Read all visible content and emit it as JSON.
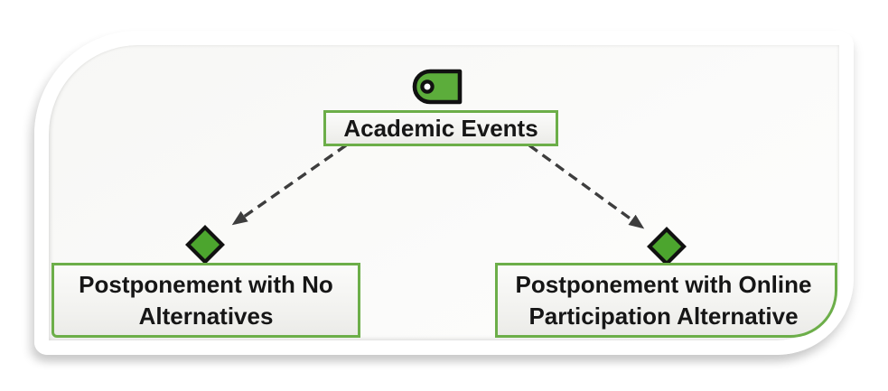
{
  "figure": {
    "type": "diagram",
    "root": {
      "label": "Academic Events",
      "icon": "tag-icon"
    },
    "children": [
      {
        "label": "Postponement with No Alternatives",
        "marker": "diamond-icon"
      },
      {
        "label": "Postponement with Online Participation Alternative",
        "marker": "diamond-icon"
      }
    ],
    "connectors": [
      {
        "from": "Academic Events",
        "to": "Postponement with No Alternatives",
        "style": "dashed-arrow"
      },
      {
        "from": "Academic Events",
        "to": "Postponement with Online Participation Alternative",
        "style": "dashed-arrow"
      }
    ],
    "colors": {
      "node_border_green": "#6cae49",
      "diamond_fill_green": "#4ca52e",
      "tag_fill_green": "#5cad3b",
      "arrow_gray": "#3d3d3d",
      "icon_outline_black": "#111111",
      "text_black": "#161616",
      "frame_white": "#ffffff"
    }
  }
}
